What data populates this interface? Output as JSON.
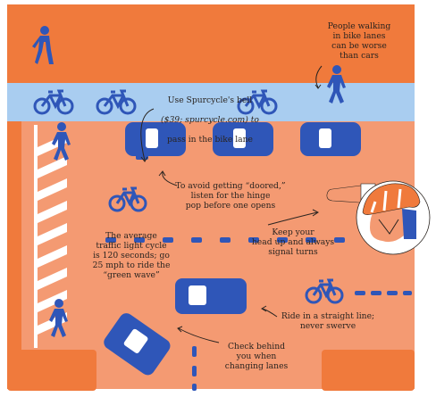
{
  "illustration": {
    "colors": {
      "sidewalk": "#f07a3c",
      "road": "#f49a72",
      "bike_lane": "#a9cdf0",
      "figure_blue": "#2f56b8",
      "white": "#ffffff",
      "ink": "#2a2420"
    },
    "labels": {
      "pedestrians": "People walking\nin bike lanes\ncan be worse\nthan cars",
      "bell_line1": "Use Spurcycle's bell",
      "bell_line2": "($39; spurcycle.com) to",
      "bell_line3": "pass in the bike lane",
      "doored": "To avoid getting “doored,”\nlisten for the hinge\npop before one opens",
      "signal": "Keep your\nhead up and always\nsignal turns",
      "traffic_light": "The average\ntraffic light cycle\nis 120 seconds; go\n25 mph to ride the\n“green wave”",
      "straight_line": "Ride in a straight line;\nnever swerve",
      "check_behind": "Check behind\nyou when\nchanging lanes"
    },
    "icons": [
      "pedestrian-icon",
      "bicycle-icon",
      "car-icon",
      "hand-signal-icon",
      "helmet-head-icon",
      "arrow-icon"
    ]
  }
}
